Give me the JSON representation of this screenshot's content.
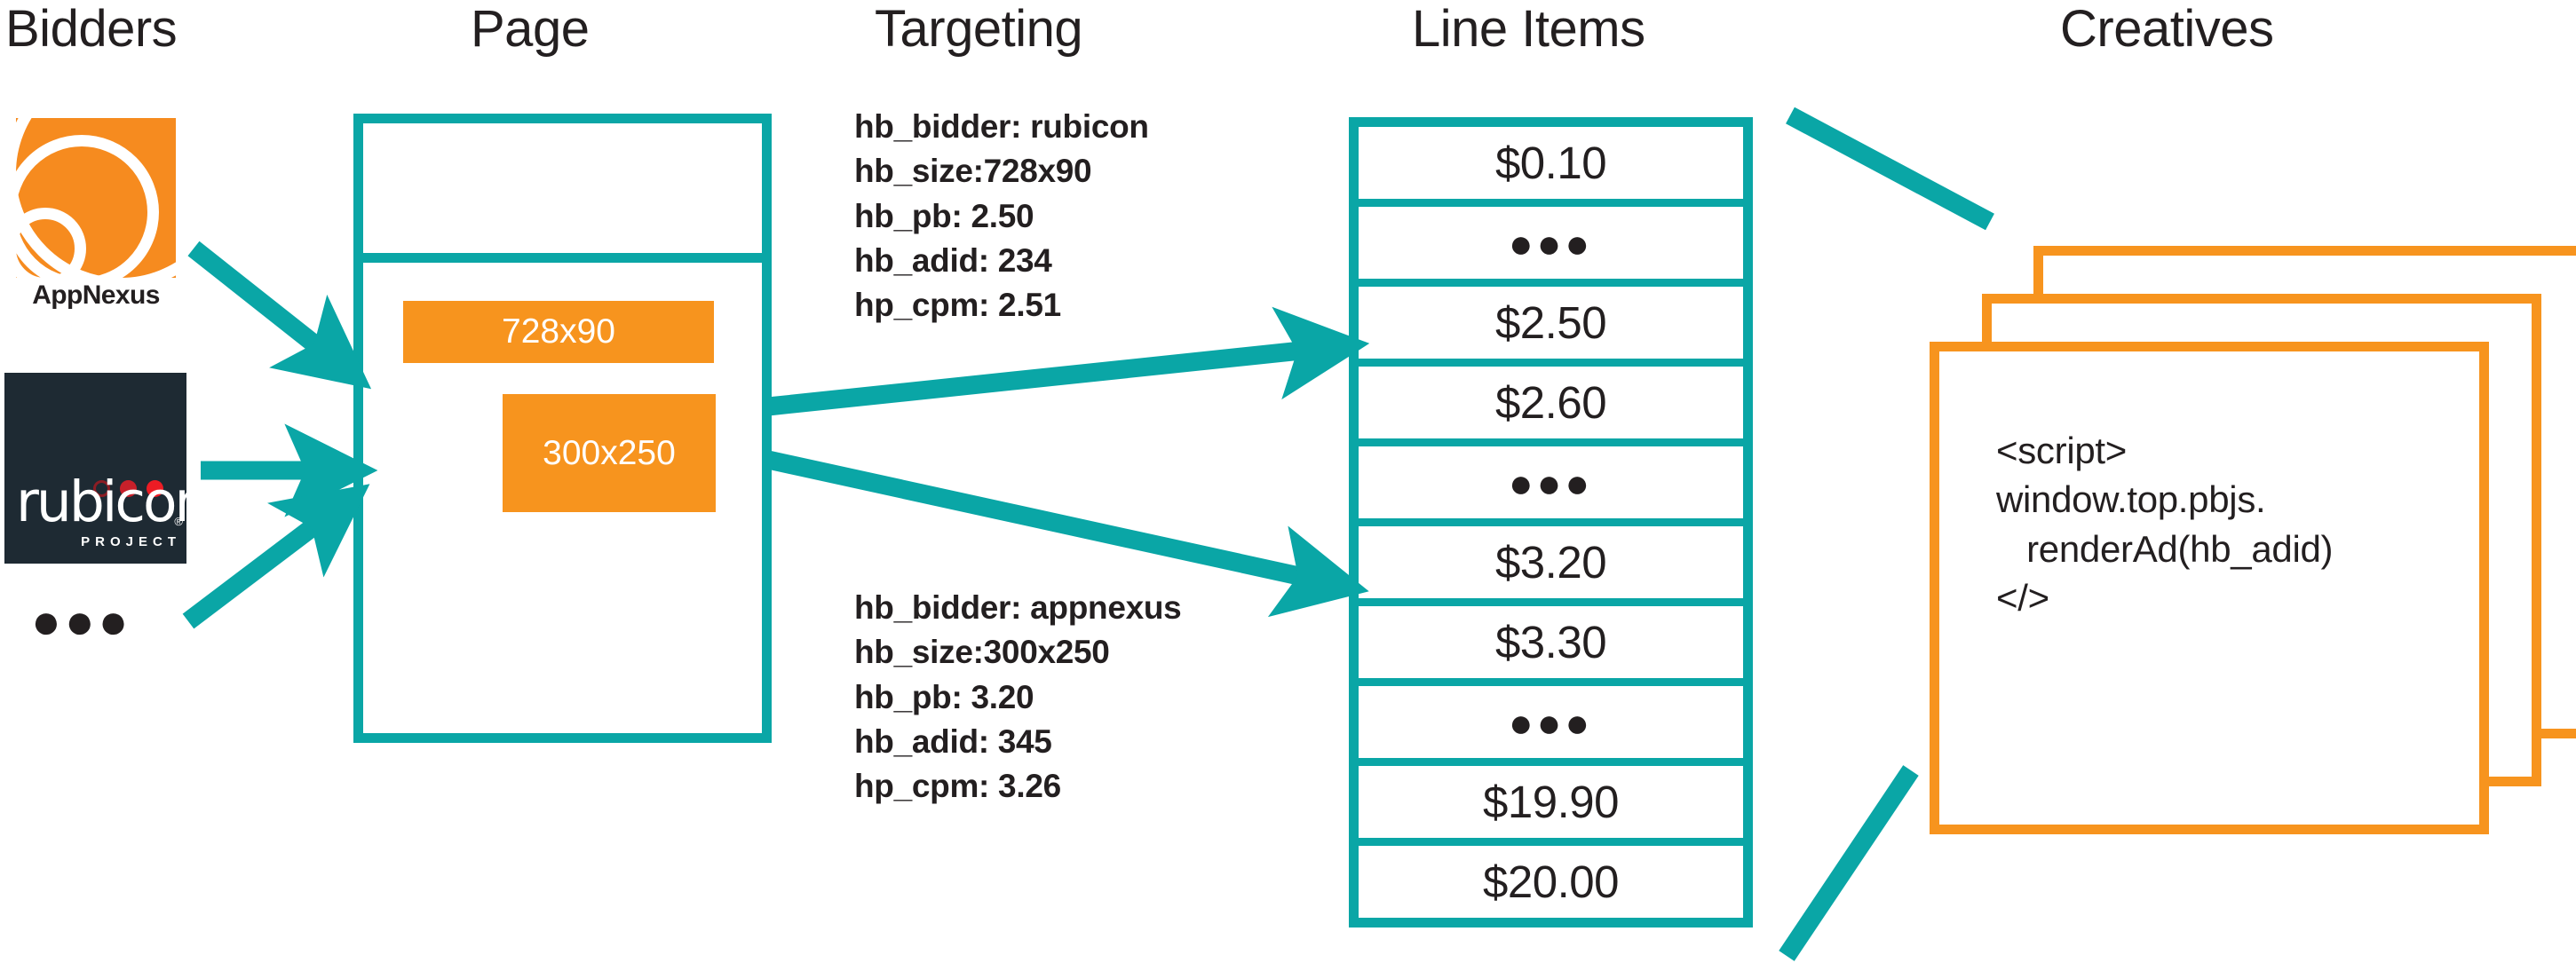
{
  "columns": [
    {
      "id": "bidders",
      "label": "Bidders"
    },
    {
      "id": "page",
      "label": "Page"
    },
    {
      "id": "targeting",
      "label": "Targeting"
    },
    {
      "id": "line_items",
      "label": "Line Items"
    },
    {
      "id": "creatives",
      "label": "Creatives"
    }
  ],
  "colors": {
    "teal": "#0aa6a6",
    "orange": "#f7941e",
    "appnexus_orange": "#f68b1f",
    "rubicon_navy": "#1e2a33",
    "text": "#231f20",
    "white": "#ffffff",
    "rubicon_dot_dark": "#8c1d24",
    "rubicon_dot_mid": "#c8202a",
    "rubicon_dot_bright": "#ed1c24"
  },
  "bidders": {
    "items": [
      {
        "name": "appnexus",
        "logo_text": "AppNexus",
        "logo_type": "appnexus-logo-icon"
      },
      {
        "name": "rubicon",
        "logo_text": "rubicon",
        "logo_subtext": "PROJECT",
        "registered_mark": "®",
        "logo_type": "rubicon-logo-icon"
      }
    ],
    "more_indicator": "●●●"
  },
  "page": {
    "ad_slots": [
      {
        "id": "slot-728x90",
        "label": "728x90"
      },
      {
        "id": "slot-300x250",
        "label": "300x250"
      }
    ]
  },
  "targeting": {
    "blocks": [
      {
        "id": "targeting-rubicon",
        "text": "hb_bidder: rubicon\nhb_size:728x90\nhb_pb: 2.50\nhb_adid: 234\nhp_cpm: 2.51",
        "fields": {
          "hb_bidder": "rubicon",
          "hb_size": "728x90",
          "hb_pb": "2.50",
          "hb_adid": "234",
          "hp_cpm": "2.51"
        }
      },
      {
        "id": "targeting-appnexus",
        "text": "hb_bidder: appnexus\nhb_size:300x250\nhb_pb: 3.20\nhb_adid: 345\nhp_cpm: 3.26",
        "fields": {
          "hb_bidder": "appnexus",
          "hb_size": "300x250",
          "hb_pb": "3.20",
          "hb_adid": "345",
          "hp_cpm": "3.26"
        }
      }
    ]
  },
  "line_items": {
    "rows": [
      {
        "label": "$0.10",
        "type": "price",
        "value": 0.1
      },
      {
        "label": "●●●",
        "type": "ellipsis"
      },
      {
        "label": "$2.50",
        "type": "price",
        "value": 2.5,
        "targeted": true
      },
      {
        "label": "$2.60",
        "type": "price",
        "value": 2.6
      },
      {
        "label": "●●●",
        "type": "ellipsis"
      },
      {
        "label": "$3.20",
        "type": "price",
        "value": 3.2,
        "targeted": true
      },
      {
        "label": "$3.30",
        "type": "price",
        "value": 3.3
      },
      {
        "label": "●●●",
        "type": "ellipsis"
      },
      {
        "label": "$19.90",
        "type": "price",
        "value": 19.9
      },
      {
        "label": "$20.00",
        "type": "price",
        "value": 20.0
      }
    ]
  },
  "creatives": {
    "card_count": 3,
    "code": "<script>\nwindow.top.pbjs.\n   renderAd(hb_adid)\n</>"
  }
}
